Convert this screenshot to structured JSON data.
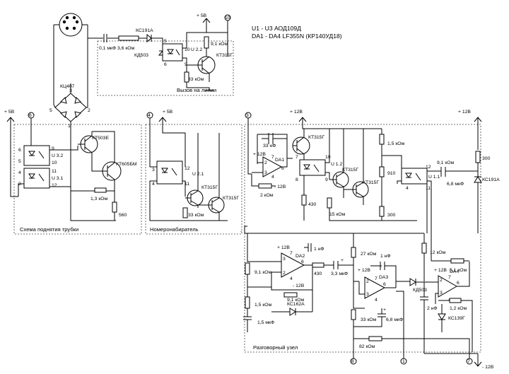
{
  "header": {
    "optocouplers": "U1 - U3 АОД109Д",
    "op_amps": "DA1 - DA4 LF355N (КР140УД18)"
  },
  "blocks": {
    "line_call": "Вызов на линии",
    "off_hook": "Схема поднятия трубки",
    "dialer": "Номеронабиратель",
    "speech": "Разговорный узел"
  },
  "supplies": {
    "plus5": "+ 5В",
    "plus12": "+ 12В",
    "minus12": "- 12В"
  },
  "terminals": {
    "t10": "10",
    "t6": "6",
    "t4": "4",
    "t3": "3",
    "t8": "8",
    "t1": "1",
    "t7": "7"
  },
  "components": {
    "ks191a": "КС191А",
    "kd503": "КД503",
    "kc407": "КЦ407",
    "kt315g": "КТ315Г",
    "kt503e": "КТ503Е",
    "kt605bm": "КТ605БМ",
    "ks162a": "КС162А",
    "ks139g": "КС139Г",
    "da1": "DA1",
    "da2": "DA2",
    "da3": "DA3",
    "da4": "DA4",
    "u22": "U 2.2",
    "u21": "U 2.1",
    "u32": "U 3.2",
    "u31": "U 3.1",
    "u12": "U 1.2",
    "u11": "U 1.1"
  },
  "values": {
    "c_01": "0,1 мкФ",
    "r_36k": "3,6 кОм",
    "r_91k": "9,1 кОм",
    "r_33k": "33 кОм",
    "r_13k": "1,3 кОм",
    "r_560": "560",
    "c_33n": "33 нФ",
    "r_2k": "2 кОм",
    "r_430": "430",
    "r_15k": "15 кОм",
    "r_910": "910",
    "r_300": "300",
    "r_15k2": "1,5 кОм",
    "c_68": "6,8 мкФ",
    "c_1n": "1 нФ",
    "c_33mk": "3,3 мкФ",
    "r_27k": "27 кОм",
    "r_12k": "12 кОм",
    "r_51k": "5,1 кОм",
    "r_12k2": "1,2 кОм",
    "c_2n": "2 нФ",
    "c_15mk": "1,5 мкФ",
    "r_82k": "82 кОм"
  },
  "pins": {
    "p1": "1",
    "p2": "2",
    "p3": "3",
    "p4": "4",
    "p5": "5",
    "p6": "6",
    "p7": "7",
    "p8": "8",
    "p9": "9",
    "p10": "10",
    "p11": "11",
    "p12": "12",
    "plus": "+",
    "minus": "-"
  }
}
